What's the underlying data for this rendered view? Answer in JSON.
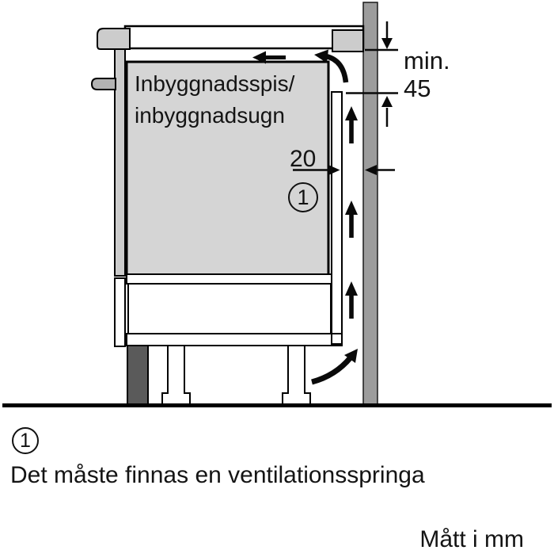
{
  "diagram": {
    "appliance_label": "Inbyggnadsspis/\ninbyggnadsugn",
    "gap_dimension_value": "20",
    "min_dimension_label": "min.",
    "min_dimension_value": "45",
    "callout_number": "1"
  },
  "legend": {
    "callout_number": "1",
    "note": "Det måste finnas en ventilationsspringa",
    "units_note": "Mått i mm"
  },
  "colors": {
    "wall_gray": "#9c9c9c",
    "cavity_gray": "#d5d5d5",
    "panel_gray": "#cccccc",
    "handle_gray": "#b3b3b3",
    "plinth_dark_gray": "#5a5a5a",
    "line_black": "#0a0a0a"
  }
}
